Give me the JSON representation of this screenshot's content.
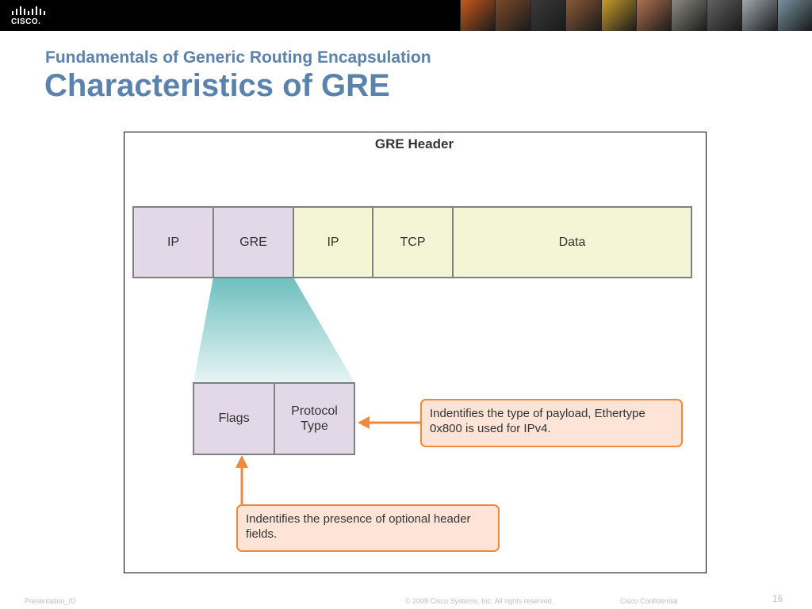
{
  "header": {
    "logo_text": "CISCO.",
    "logo_icon": "cisco-bridge-logo-icon",
    "photo_colors": [
      "#c8581a",
      "#7a4a2a",
      "#3a3a3a",
      "#8a5a3a",
      "#c89a2a",
      "#b07050",
      "#8a8a80",
      "#606060",
      "#a0a8b0",
      "#7890a0"
    ]
  },
  "slide": {
    "subtitle": "Fundamentals of Generic Routing Encapsulation",
    "title": "Characteristics of GRE"
  },
  "diagram": {
    "title": "GRE Header",
    "packet_fields": [
      {
        "label": "IP",
        "color": "#e2d8e8"
      },
      {
        "label": "GRE",
        "color": "#e2d8e8"
      },
      {
        "label": "IP",
        "color": "#f4f5d4"
      },
      {
        "label": "TCP",
        "color": "#f4f5d4"
      },
      {
        "label": "Data",
        "color": "#f4f5d4"
      }
    ],
    "gre_fields": [
      {
        "label": "Flags"
      },
      {
        "label": "Protocol Type"
      }
    ],
    "callout_protocol": "Indentifies the type of payload, Ethertype 0x800 is used for IPv4.",
    "callout_flags": "Indentifies the presence of optional header fields.",
    "colors": {
      "gre_header": "#e2d8e8",
      "payload": "#f4f5d4",
      "callout_fill": "#fde4d6",
      "callout_border": "#ee8a3c",
      "arrow": "#ee8a3c",
      "zoom_top": "#6fbfbf",
      "zoom_bottom": "#e6f4f4"
    }
  },
  "footer": {
    "presentation_id": "Presentation_ID",
    "copyright": "© 2008 Cisco Systems, Inc. All rights reserved.",
    "confidential": "Cisco Confidential",
    "page_number": "16"
  }
}
